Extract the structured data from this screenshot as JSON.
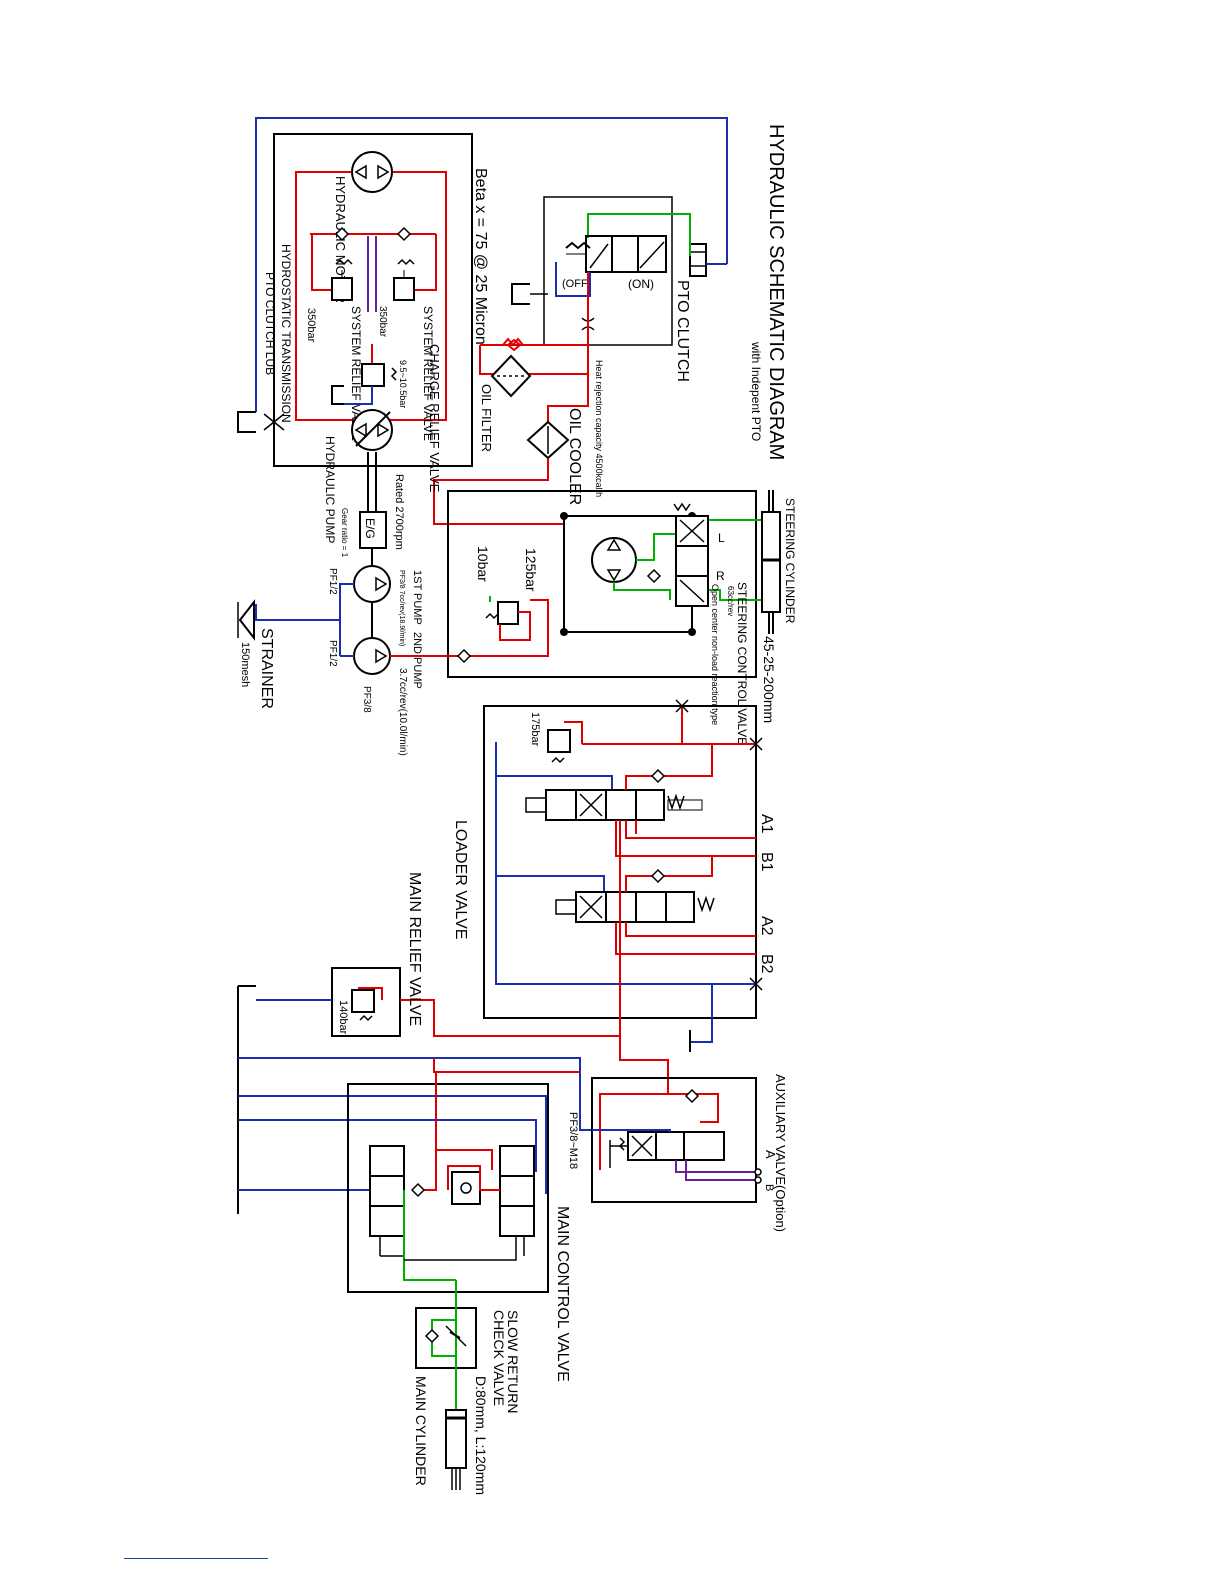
{
  "title": "HYDRAULIC SCHEMATIC DIAGRAM",
  "subtitle": "with Indepent PTO",
  "colors": {
    "pressure_line": "#e00000",
    "return_line": "#1a2fb0",
    "pilot_line": "#00b000",
    "drain_line": "#6a1fa0",
    "outline": "#000000"
  },
  "labels": {
    "pto_clutch": "PTO CLUTCH",
    "on": "(ON)",
    "off": "(OFF)",
    "beta": "Beta x = 75 @ 25 Micron",
    "heat_rejection": "Heat rejection capacity 4500kcal/h",
    "oil_filter": "OIL FILTER",
    "oil_cooler": "OIL COOLER",
    "hydraulic_motor": "HYDRAULIC MOTOR",
    "system_relief_valve_1": "SYSTEM RELIEF VALVE",
    "system_relief_pressure_1": "350bar",
    "system_relief_valve_2": "SYSTEM RELIEF VALVE",
    "system_relief_pressure_2": "350bar",
    "charge_relief_valve": "CHARGE RELIEF VALVE",
    "charge_relief_pressure": "9.5~10.5bar",
    "hydrostatic_transmission": "HYDROSTATIC TRANSMISSION",
    "pto_clutch_lub": "PTO CLUTCH LUB",
    "hydraulic_pump": "HYDRAULIC PUMP",
    "rated": "Rated 2700rpm",
    "eg": "E/G",
    "gear_ratio": "Gear ratio = 1",
    "first_pump": "1ST PUMP",
    "first_pump_spec": "PF3/8 7cc/rev(18.9l/min)",
    "second_pump": "2ND PUMP",
    "second_pump_spec": "3.7cc/rev(10.0l/min)",
    "pf12_a": "PF1/2",
    "pf12_b": "PF1/2",
    "pf38": "PF3/8",
    "strainer": "STRAINER",
    "strainer_mesh": "150mesh",
    "steering_cylinder": "STEERING CYLINDER",
    "steering_cylinder_spec": "45-25-200mm",
    "steering_control_valve": "STEERING CONTROL VALVE",
    "steering_valve_spec": "Open center non-load reaction type",
    "steering_disp": "63cc/rev",
    "port_l": "L",
    "port_r": "R",
    "p125": "125bar",
    "p10": "10bar",
    "loader_valve": "LOADER VALVE",
    "loader_relief": "175bar",
    "a1": "A1",
    "b1": "B1",
    "a2": "A2",
    "b2": "B2",
    "main_relief_valve": "MAIN RELIEF VALVE",
    "main_relief_pressure": "140bar",
    "auxiliary_valve": "AUXILIARY VALVE(Option)",
    "aux_a": "A",
    "aux_b": "B",
    "pf38_m18": "PF3/8~M18",
    "main_control_valve": "MAIN CONTROL VALVE",
    "slow_return": "SLOW RETURN",
    "check_valve": "CHECK VALVE",
    "main_cylinder_spec": "D:80mm, L:120mm",
    "main_cylinder": "MAIN CYLINDER"
  }
}
